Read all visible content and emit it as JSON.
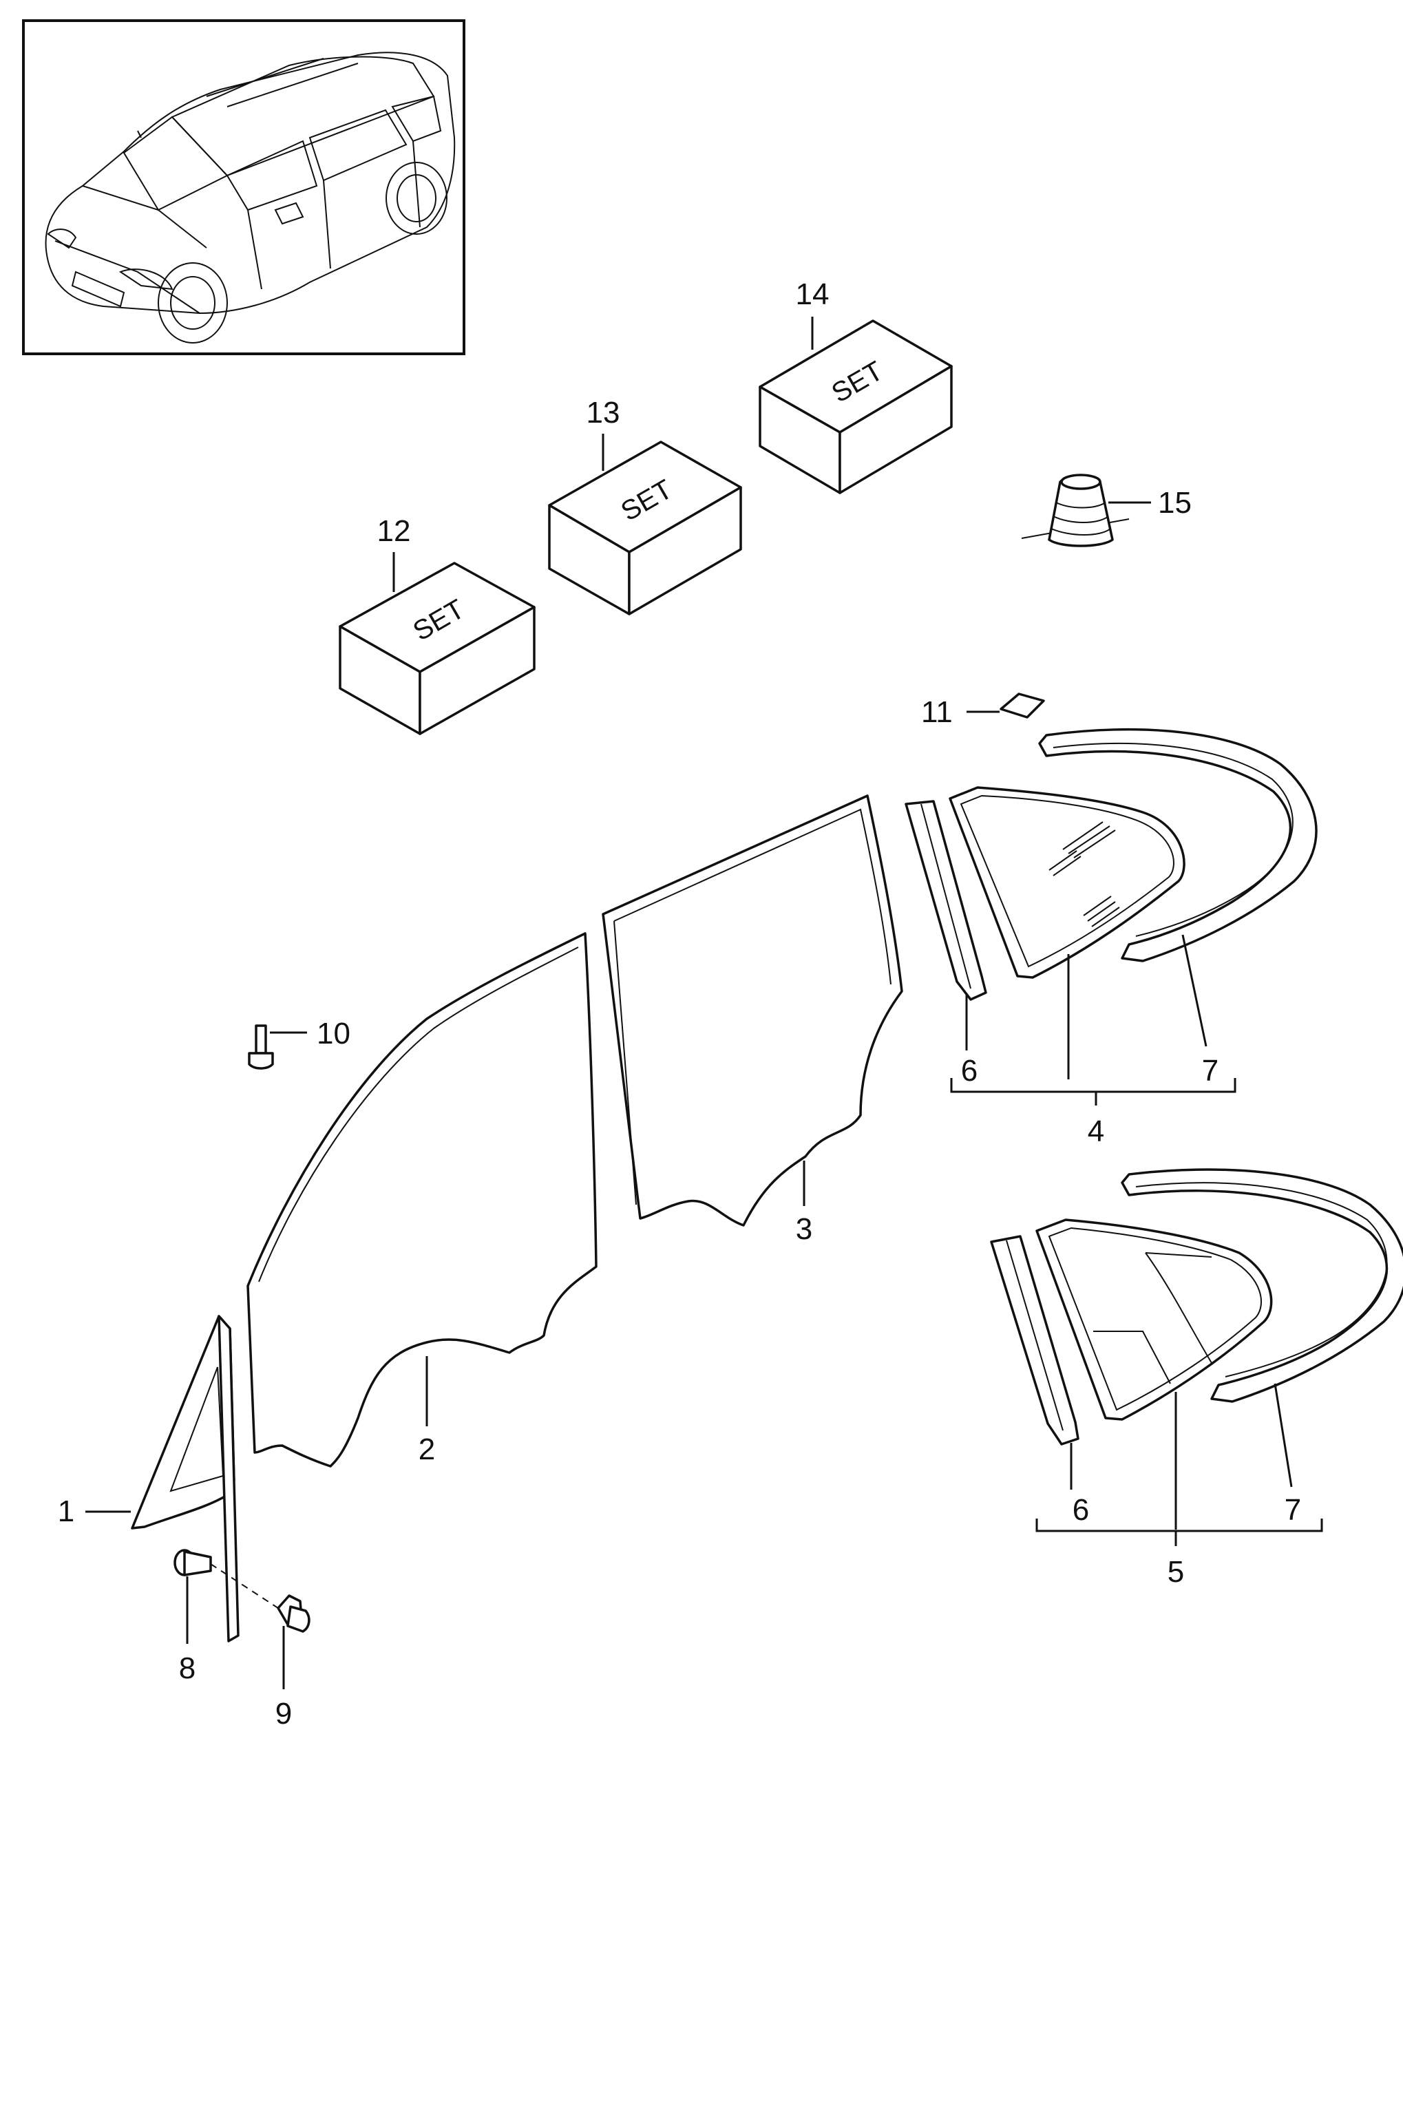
{
  "callouts": {
    "c1": "1",
    "c2": "2",
    "c3": "3",
    "c4": "4",
    "c5": "5",
    "c6a": "6",
    "c6b": "6",
    "c7a": "7",
    "c7b": "7",
    "c8": "8",
    "c9": "9",
    "c10": "10",
    "c11": "11",
    "c12": "12",
    "c13": "13",
    "c14": "14",
    "c15": "15"
  },
  "boxes": {
    "set12": "SET",
    "set13": "SET",
    "set14": "SET"
  }
}
